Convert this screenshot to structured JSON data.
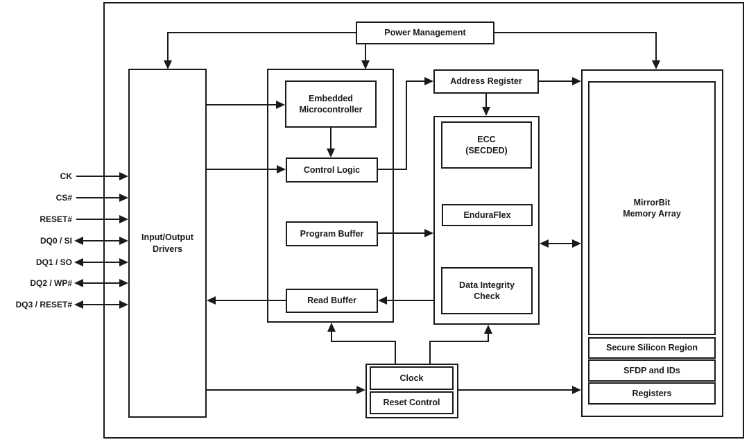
{
  "diagram": {
    "type": "block-diagram",
    "subject": "flash memory device architecture"
  },
  "blocks": {
    "power_management": "Power Management",
    "io_drivers": "Input/Output\nDrivers",
    "embedded_microcontroller": "Embedded\nMicrocontroller",
    "control_logic": "Control Logic",
    "program_buffer": "Program Buffer",
    "read_buffer": "Read Buffer",
    "address_register": "Address Register",
    "ecc": "ECC\n(SECDED)",
    "enduraflex": "EnduraFlex",
    "data_integrity_check": "Data Integrity\nCheck",
    "mirrorbit_memory_array": "MirrorBit\nMemory Array",
    "secure_silicon_region": "Secure Silicon Region",
    "sfdp_and_ids": "SFDP and IDs",
    "registers": "Registers",
    "clock": "Clock",
    "reset_control": "Reset Control"
  },
  "signals": [
    {
      "label": "CK",
      "direction": "input"
    },
    {
      "label": "CS#",
      "direction": "input"
    },
    {
      "label": "RESET#",
      "direction": "input"
    },
    {
      "label": "DQ0 / SI",
      "direction": "bidirectional"
    },
    {
      "label": "DQ1 / SO",
      "direction": "bidirectional"
    },
    {
      "label": "DQ2 / WP#",
      "direction": "bidirectional"
    },
    {
      "label": "DQ3 / RESET#",
      "direction": "bidirectional"
    }
  ],
  "colors": {
    "line": "#1a1a1a",
    "background": "#ffffff"
  }
}
